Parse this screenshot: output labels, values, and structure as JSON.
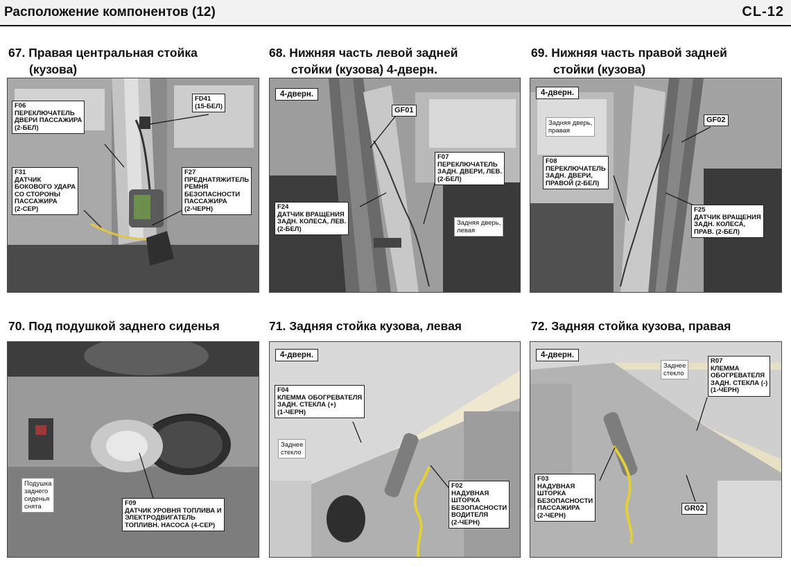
{
  "header": {
    "title": "Расположение компонентов (12)",
    "code": "CL-12"
  },
  "panels": [
    {
      "title_line1": "67. Правая центральная стойка",
      "title_line2": "(кузова)",
      "callouts": [
        "F06\nПЕРЕКЛЮЧАТЕЛЬ\nДВЕРИ ПАССАЖИРА\n(2-БЕЛ)",
        "FD41\n(15-БЕЛ)",
        "F31\nДАТЧИК\nБОКОВОГО УДАРА\nСО СТОРОНЫ\nПАССАЖИРА\n(2-СЕР)",
        "F27\nПРЕДНАТЯЖИТЕЛЬ\nРЕМНЯ\nБЕЗОПАСНОСТИ\nПАССАЖИРА\n(2-ЧЕРН)"
      ]
    },
    {
      "title_line1": "68. Нижняя часть левой задней",
      "title_line2": "стойки (кузова) 4-дверн.",
      "tag": "4-дверн.",
      "callouts": [
        "GF01",
        "F07\nПЕРЕКЛЮЧАТЕЛЬ\nЗАДН. ДВЕРИ, ЛЕВ.\n(2-БЕЛ)",
        "F24\nДАТЧИК ВРАЩЕНИЯ\nЗАДН. КОЛЕСА, ЛЕВ.\n(2-БЕЛ)"
      ],
      "note": "Задняя дверь,\nлевая"
    },
    {
      "title_line1": "69. Нижняя часть правой задней",
      "title_line2": "стойки (кузова)",
      "tag": "4-дверн.",
      "callouts": [
        "GF02",
        "F08\nПЕРЕКЛЮЧАТЕЛЬ\nЗАДН. ДВЕРИ,\nПРАВОЙ (2-БЕЛ)",
        "F25\nДАТЧИК ВРАЩЕНИЯ\nЗАДН. КОЛЕСА,\nПРАВ. (2-БЕЛ)"
      ],
      "note": "Задняя дверь,\nправая"
    },
    {
      "title_line1": "70. Под подушкой заднего сиденья",
      "callouts": [
        "F09\nДАТЧИК УРОВНЯ ТОПЛИВА И\nЭЛЕКТРОДВИГАТЕЛЬ\nТОПЛИВН. НАСОСА (4-СЕР)"
      ],
      "note": "Подушка\nзаднего\nсиденья\nснята"
    },
    {
      "title_line1": "71. Задняя стойка кузова, левая",
      "tag": "4-дверн.",
      "callouts": [
        "F04\nКЛЕММА ОБОГРЕВАТЕЛЯ\nЗАДН. СТЕКЛА (+)\n(1-ЧЕРН)",
        "F02\nНАДУВНАЯ\nШТОРКА\nБЕЗОПАСНОСТИ\nВОДИТЕЛЯ\n(2-ЧЕРН)"
      ],
      "note": "Заднее\nстекло"
    },
    {
      "title_line1": "72. Задняя стойка кузова, правая",
      "tag": "4-дверн.",
      "callouts": [
        "R07\nКЛЕММА\nОБОГРЕВАТЕЛЯ\nЗАДН. СТЕКЛА (-)\n(1-ЧЕРН)",
        "F03\nНАДУВНАЯ\nШТОРКА\nБЕЗОПАСНОСТИ\nПАССАЖИРА\n(2-ЧЕРН)",
        "GR02"
      ],
      "note": "Заднее\nстекло"
    }
  ]
}
